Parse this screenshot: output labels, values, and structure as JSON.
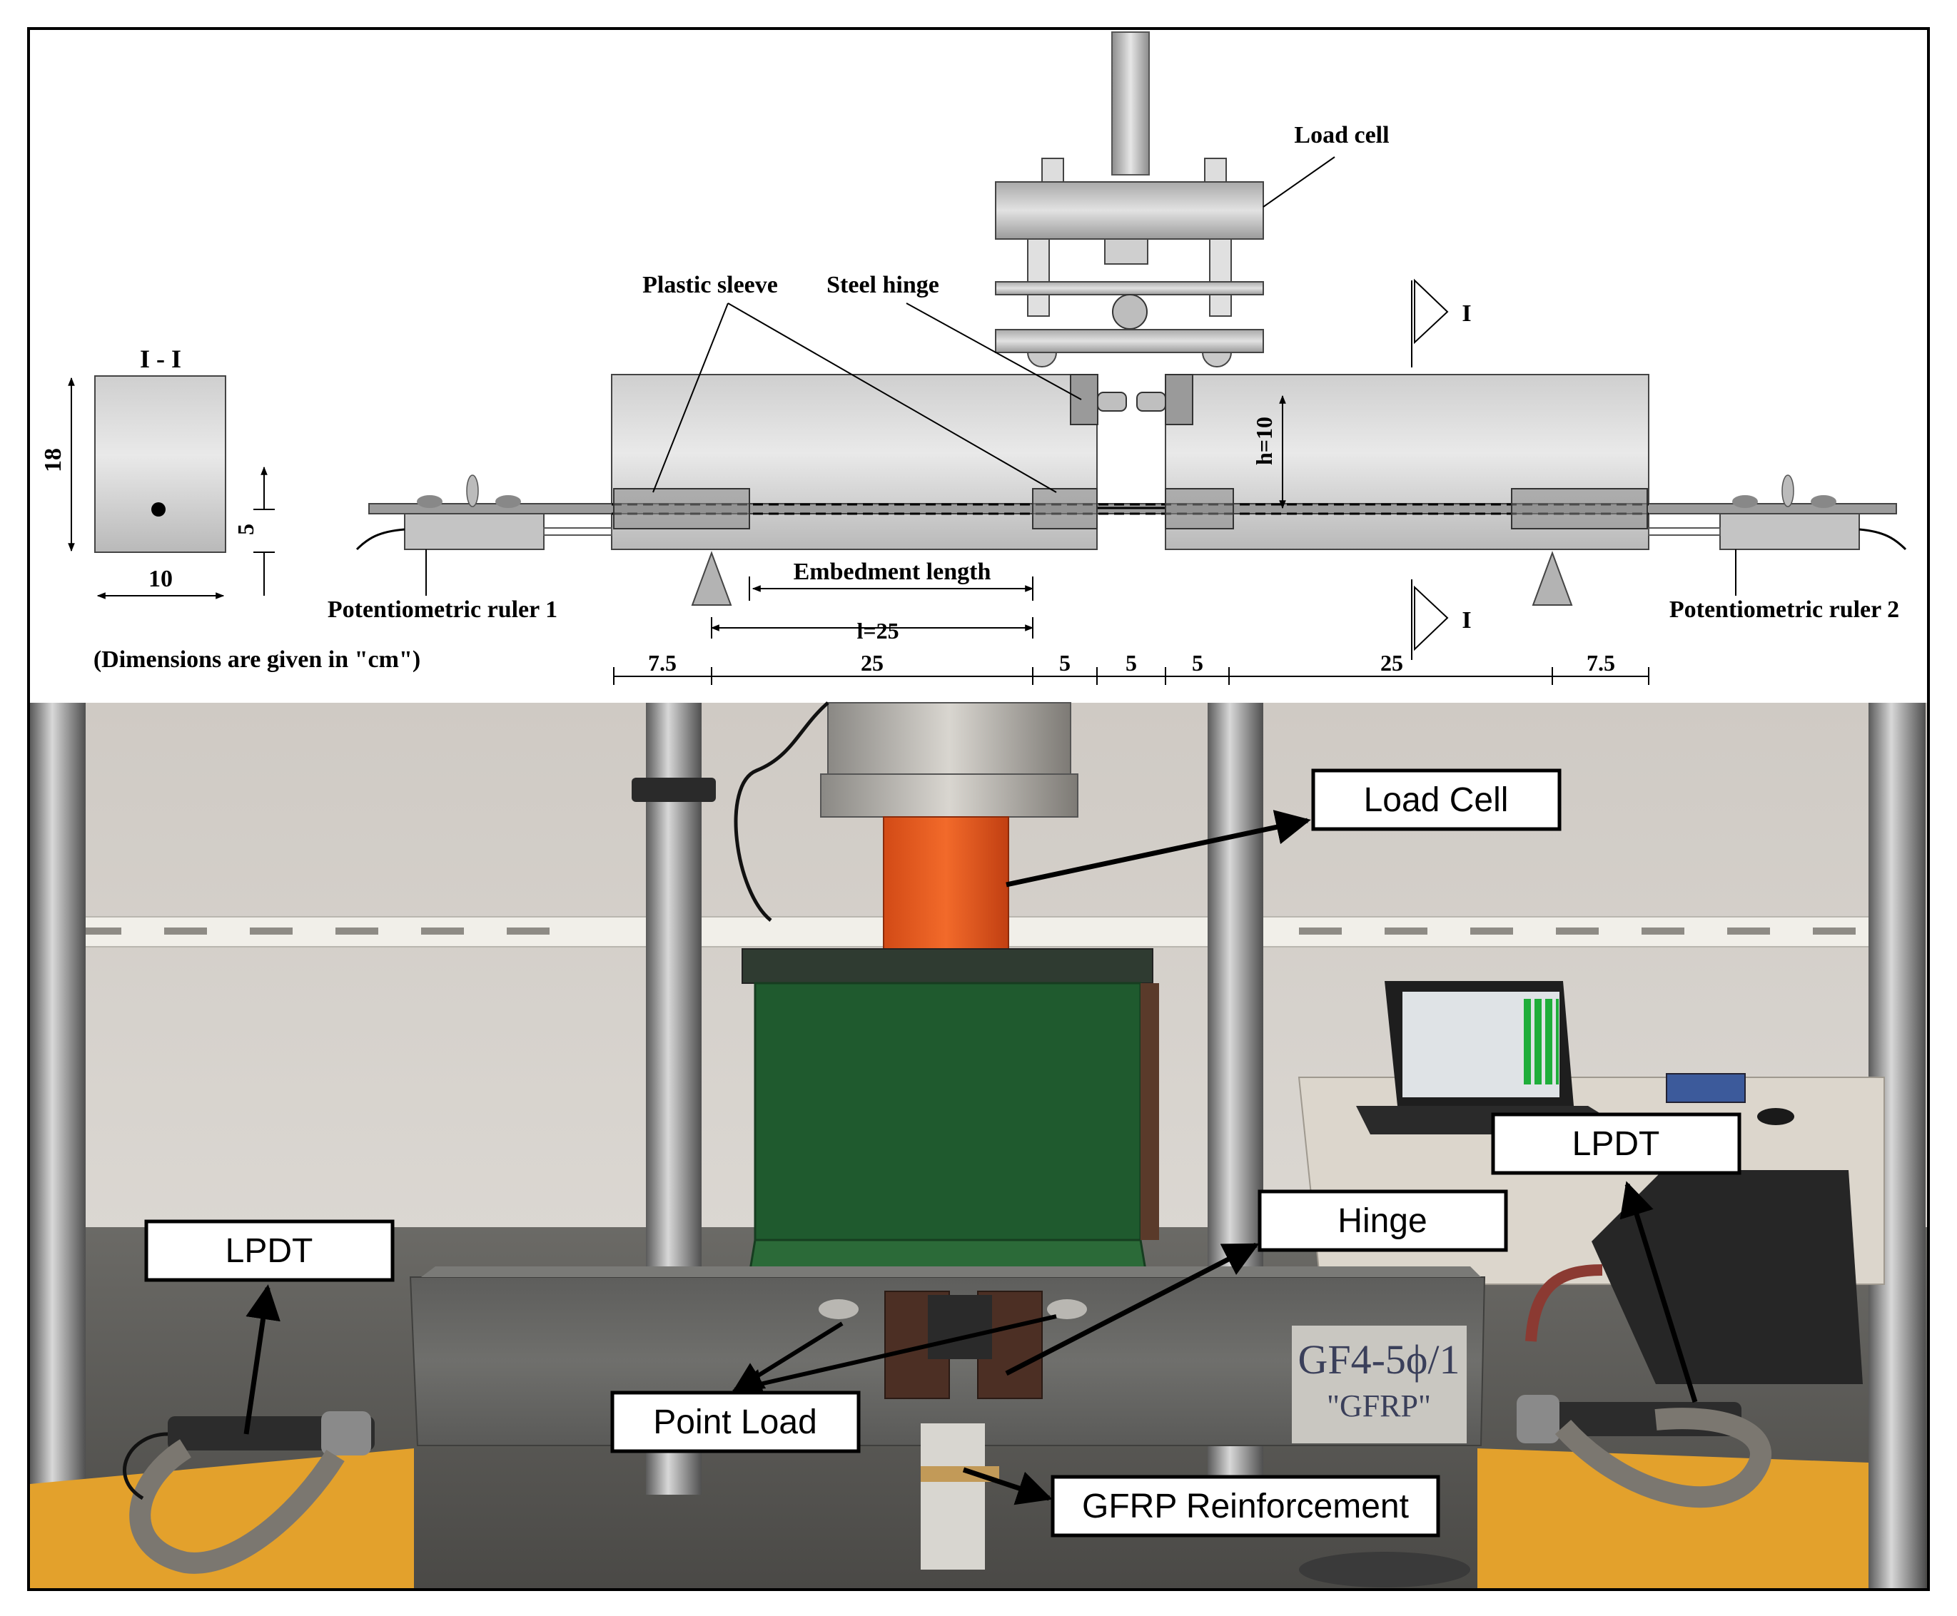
{
  "diagram": {
    "load_cell": "Load cell",
    "plastic_sleeve": "Plastic sleeve",
    "steel_hinge": "Steel hinge",
    "section_title": "I - I",
    "section_marker": "I",
    "dim_height": "18",
    "dim_width": "10",
    "dim_cover": "5",
    "dim_h": "h=10",
    "embedment_length": "Embedment length",
    "l_value": "l=25",
    "ruler1": "Potentiometric ruler 1",
    "ruler2": "Potentiometric ruler 2",
    "units_note": "(Dimensions are given in \"cm\")",
    "bottom_dims": [
      "7.5",
      "25",
      "5",
      "5",
      "5",
      "25",
      "7.5"
    ]
  },
  "photo": {
    "labels": {
      "load_cell": "Load Cell",
      "lpdt_right": "LPDT",
      "hinge": "Hinge",
      "lpdt_left": "LPDT",
      "point_load": "Point Load",
      "gfrp": "GFRP Reinforcement"
    },
    "specimen_mark_line1": "GF4-5ϕ/1",
    "specimen_mark_line2": "\"GFRP\""
  }
}
